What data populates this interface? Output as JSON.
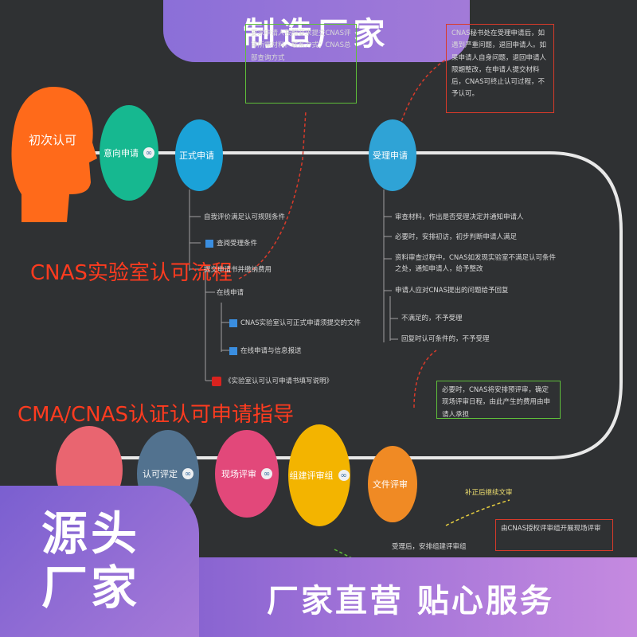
{
  "banner": {
    "top": "制造厂家",
    "badge_line1": "源头",
    "badge_line2": "厂家",
    "bottom": "厂家直营   贴心服务"
  },
  "diagram": {
    "head_label": "初次认可",
    "title_cnas": "CNAS实验室认可流程",
    "title_cma": "CMA/CNAS认证认可申请指导",
    "nodes": [
      {
        "label": "意向申请",
        "color": "#16b890"
      },
      {
        "label": "正式申请",
        "color": "#1ba2d8"
      },
      {
        "label": "受理申请",
        "color": "#2fa3d6"
      },
      {
        "label": "",
        "color": "#e96570"
      },
      {
        "label": "认可评定",
        "color": "#52728f"
      },
      {
        "label": "现场评审",
        "color": "#e2487a"
      },
      {
        "label": "组建评审组",
        "color": "#f3b400"
      },
      {
        "label": "文件评审",
        "color": "#f08a24"
      }
    ],
    "left_notes": [
      "自我评价满足认可规则条件",
      "查阅受理条件",
      "提交申请书并缴纳费用",
      "在线申请",
      "CNAS实验室认可正式申请须提交的文件",
      "在线申请与信息报送",
      "《实验室认可认可申请书填写说明》"
    ],
    "right_notes": [
      "审查材料，作出是否受理决定并通知申请人",
      "必要时，安排初访，初步判断申请人满足",
      "资料审查过程中，CNAS如发现实验室不满足认可条件之处，通知申请人，给予整改",
      "申请人应对CNAS提出的问题给予回复",
      "不满足的，不予受理",
      "回复时认可条件的，不予受理"
    ],
    "top_box": "要求申请人按照要求提交CNAS评审所需材料。联系方式：CNAS总部查询方式",
    "top_right_note": "CNAS秘书处在受理申请后，如遇到严重问题，退回申请人。如果申请人自身问题，退回申请人限期整改，在申请人提交材料后，CNAS可终止认可过程，不予认可。",
    "mid_box": "必要时，CNAS将安排预评审，确定现场评审日程，由此产生的费用由申请人承担",
    "bottom_box": "由CNAS授权评审组开展现场评审",
    "arrow_label": "补正后继续文审",
    "bottom_note": "受理后，安排组建评审组",
    "colors": {
      "background": "#2f3133",
      "accent_red": "#ff3b1f",
      "band": "#8b6fd8",
      "head": "#ff6a1a"
    }
  }
}
